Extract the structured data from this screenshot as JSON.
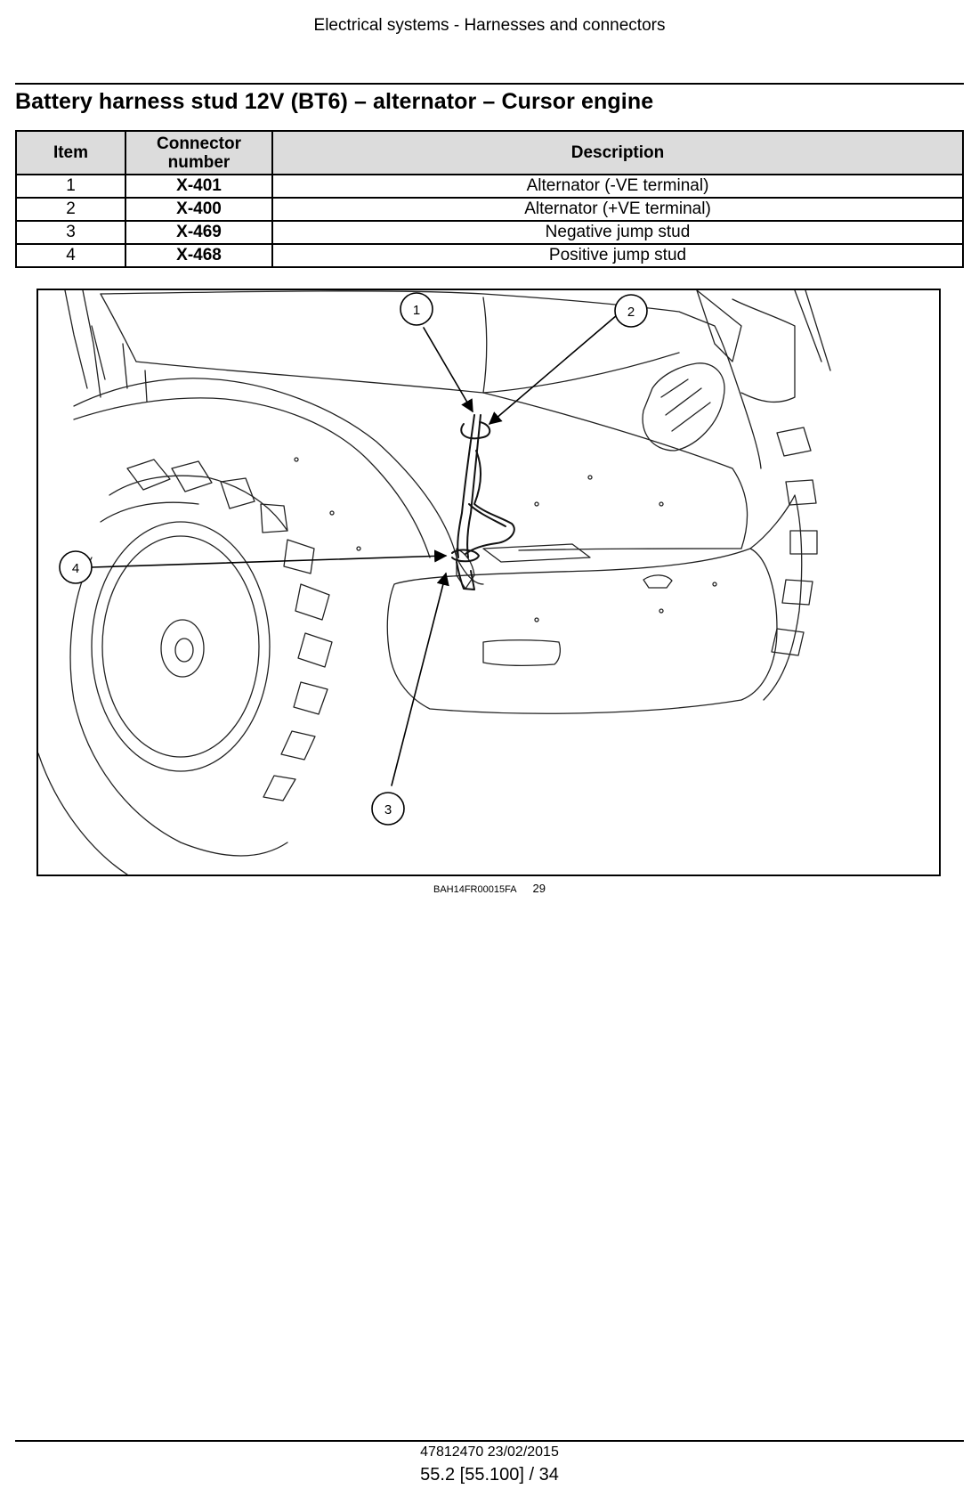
{
  "header": {
    "running_title": "Electrical systems - Harnesses and connectors"
  },
  "section": {
    "title": "Battery harness stud 12V (BT6) – alternator – Cursor engine"
  },
  "table": {
    "columns": [
      "Item",
      "Connector number",
      "Description"
    ],
    "rows": [
      {
        "item": "1",
        "connector": "X-401",
        "description": "Alternator (-VE terminal)"
      },
      {
        "item": "2",
        "connector": "X-400",
        "description": "Alternator (+VE terminal)"
      },
      {
        "item": "3",
        "connector": "X-469",
        "description": "Negative jump stud"
      },
      {
        "item": "4",
        "connector": "X-468",
        "description": "Positive jump stud"
      }
    ]
  },
  "figure": {
    "callouts": [
      "1",
      "2",
      "3",
      "4"
    ],
    "image_code": "BAH14FR00015FA",
    "figure_number": "29"
  },
  "footer": {
    "doc_ref": "47812470 23/02/2015",
    "page_ref": "55.2 [55.100] / 34"
  }
}
